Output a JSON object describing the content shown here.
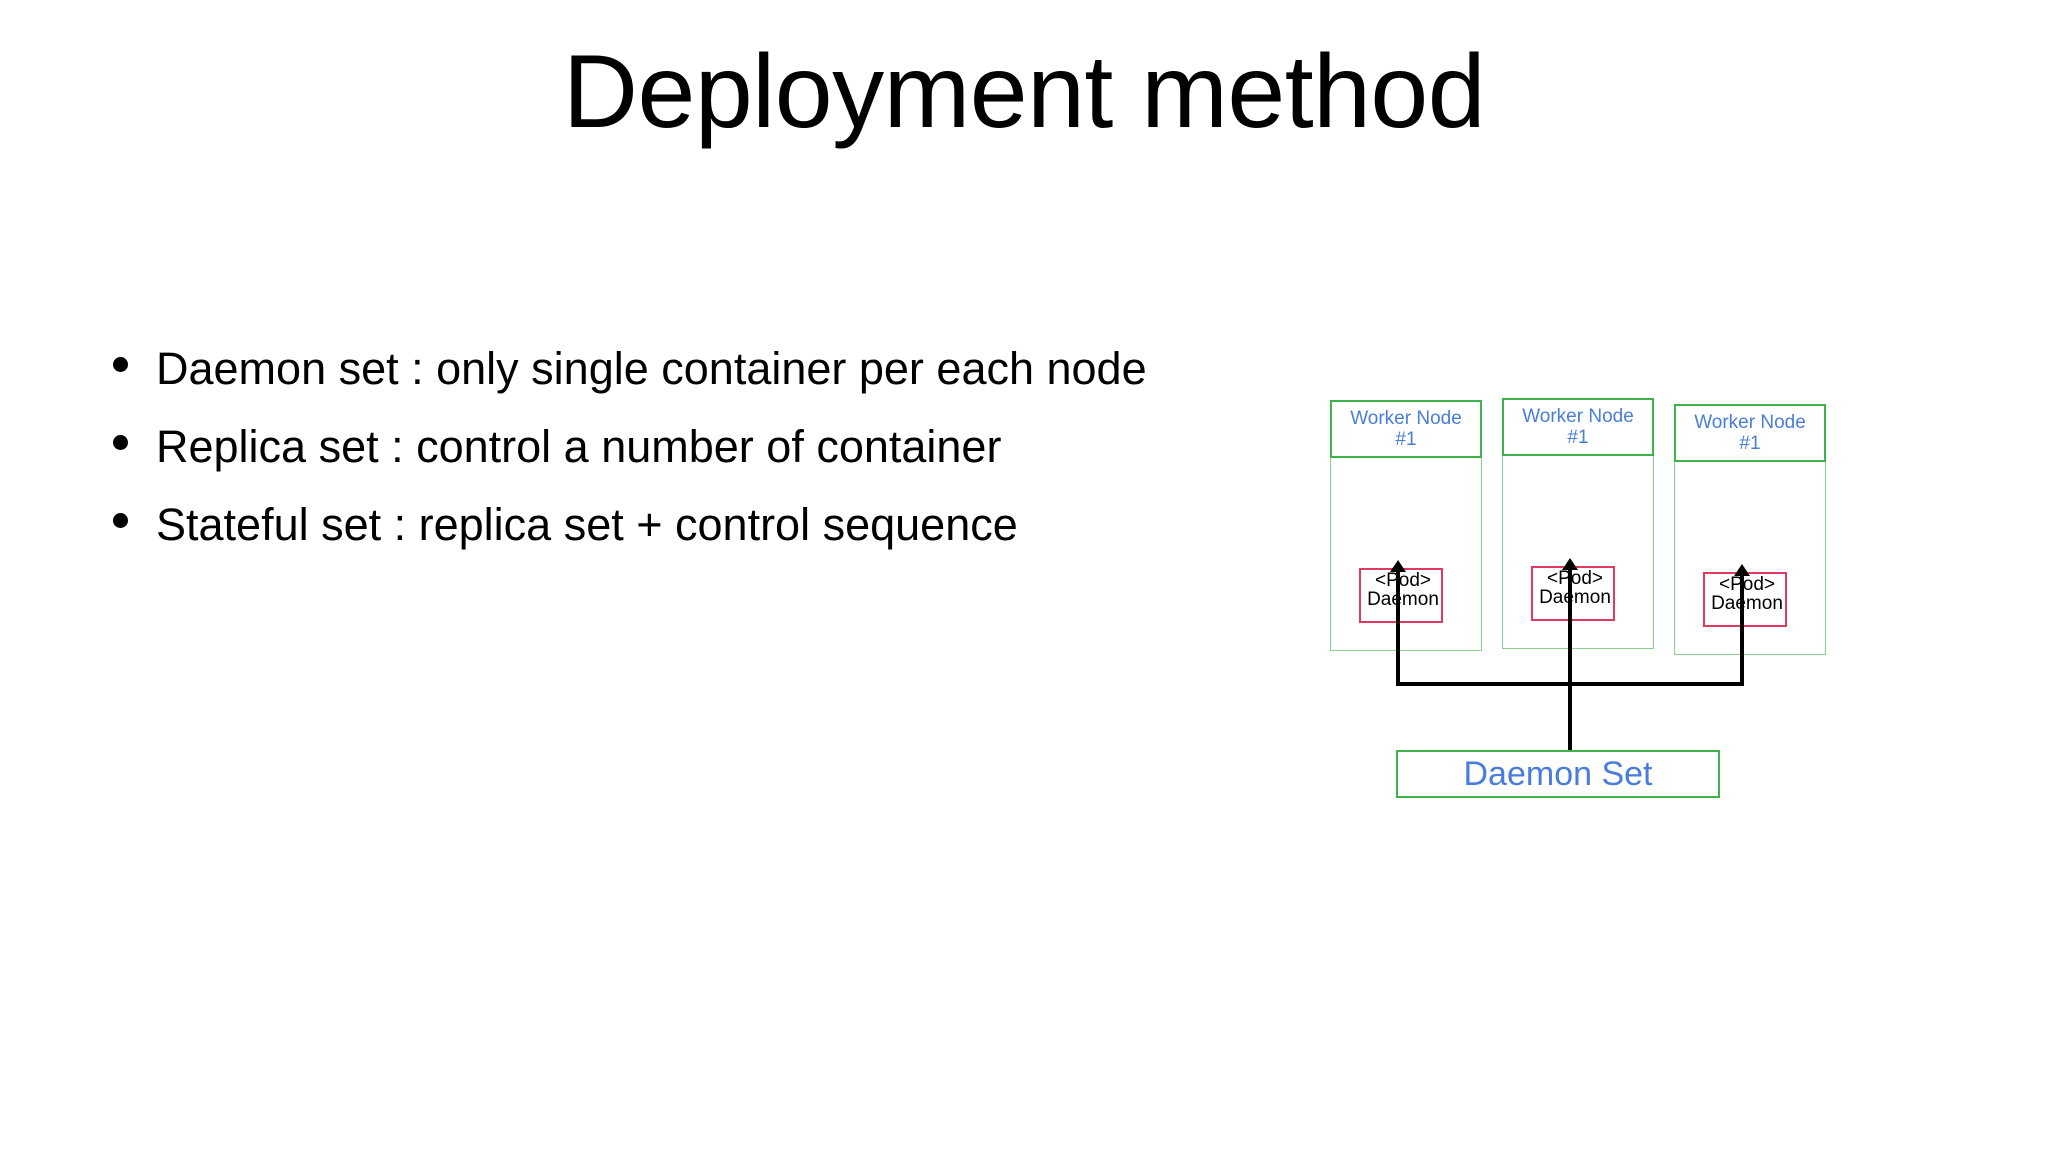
{
  "slide": {
    "title": "Deployment method",
    "background_color": "#ffffff"
  },
  "bullets": [
    {
      "text": "Daemon set : only single container per each node"
    },
    {
      "text": "Replica set : control a number of container"
    },
    {
      "text": "Stateful set : replica set + control sequence"
    }
  ],
  "diagram": {
    "colors": {
      "node_border": "#3cb44b",
      "node_body_border": "#8ccf8f",
      "node_label": "#4a7ddb",
      "pod_border": "#e13a5e",
      "connector": "#000000"
    },
    "nodes": [
      {
        "title_line1": "Worker Node",
        "title_line2": "#1",
        "pod_line1": "<Pod>",
        "pod_line2": "Daemon"
      },
      {
        "title_line1": "Worker Node",
        "title_line2": "#1",
        "pod_line1": "<Pod>",
        "pod_line2": "Daemon"
      },
      {
        "title_line1": "Worker Node",
        "title_line2": "#1",
        "pod_line1": "<Pod>",
        "pod_line2": "Daemon"
      }
    ],
    "controller": {
      "label": "Daemon Set"
    }
  }
}
